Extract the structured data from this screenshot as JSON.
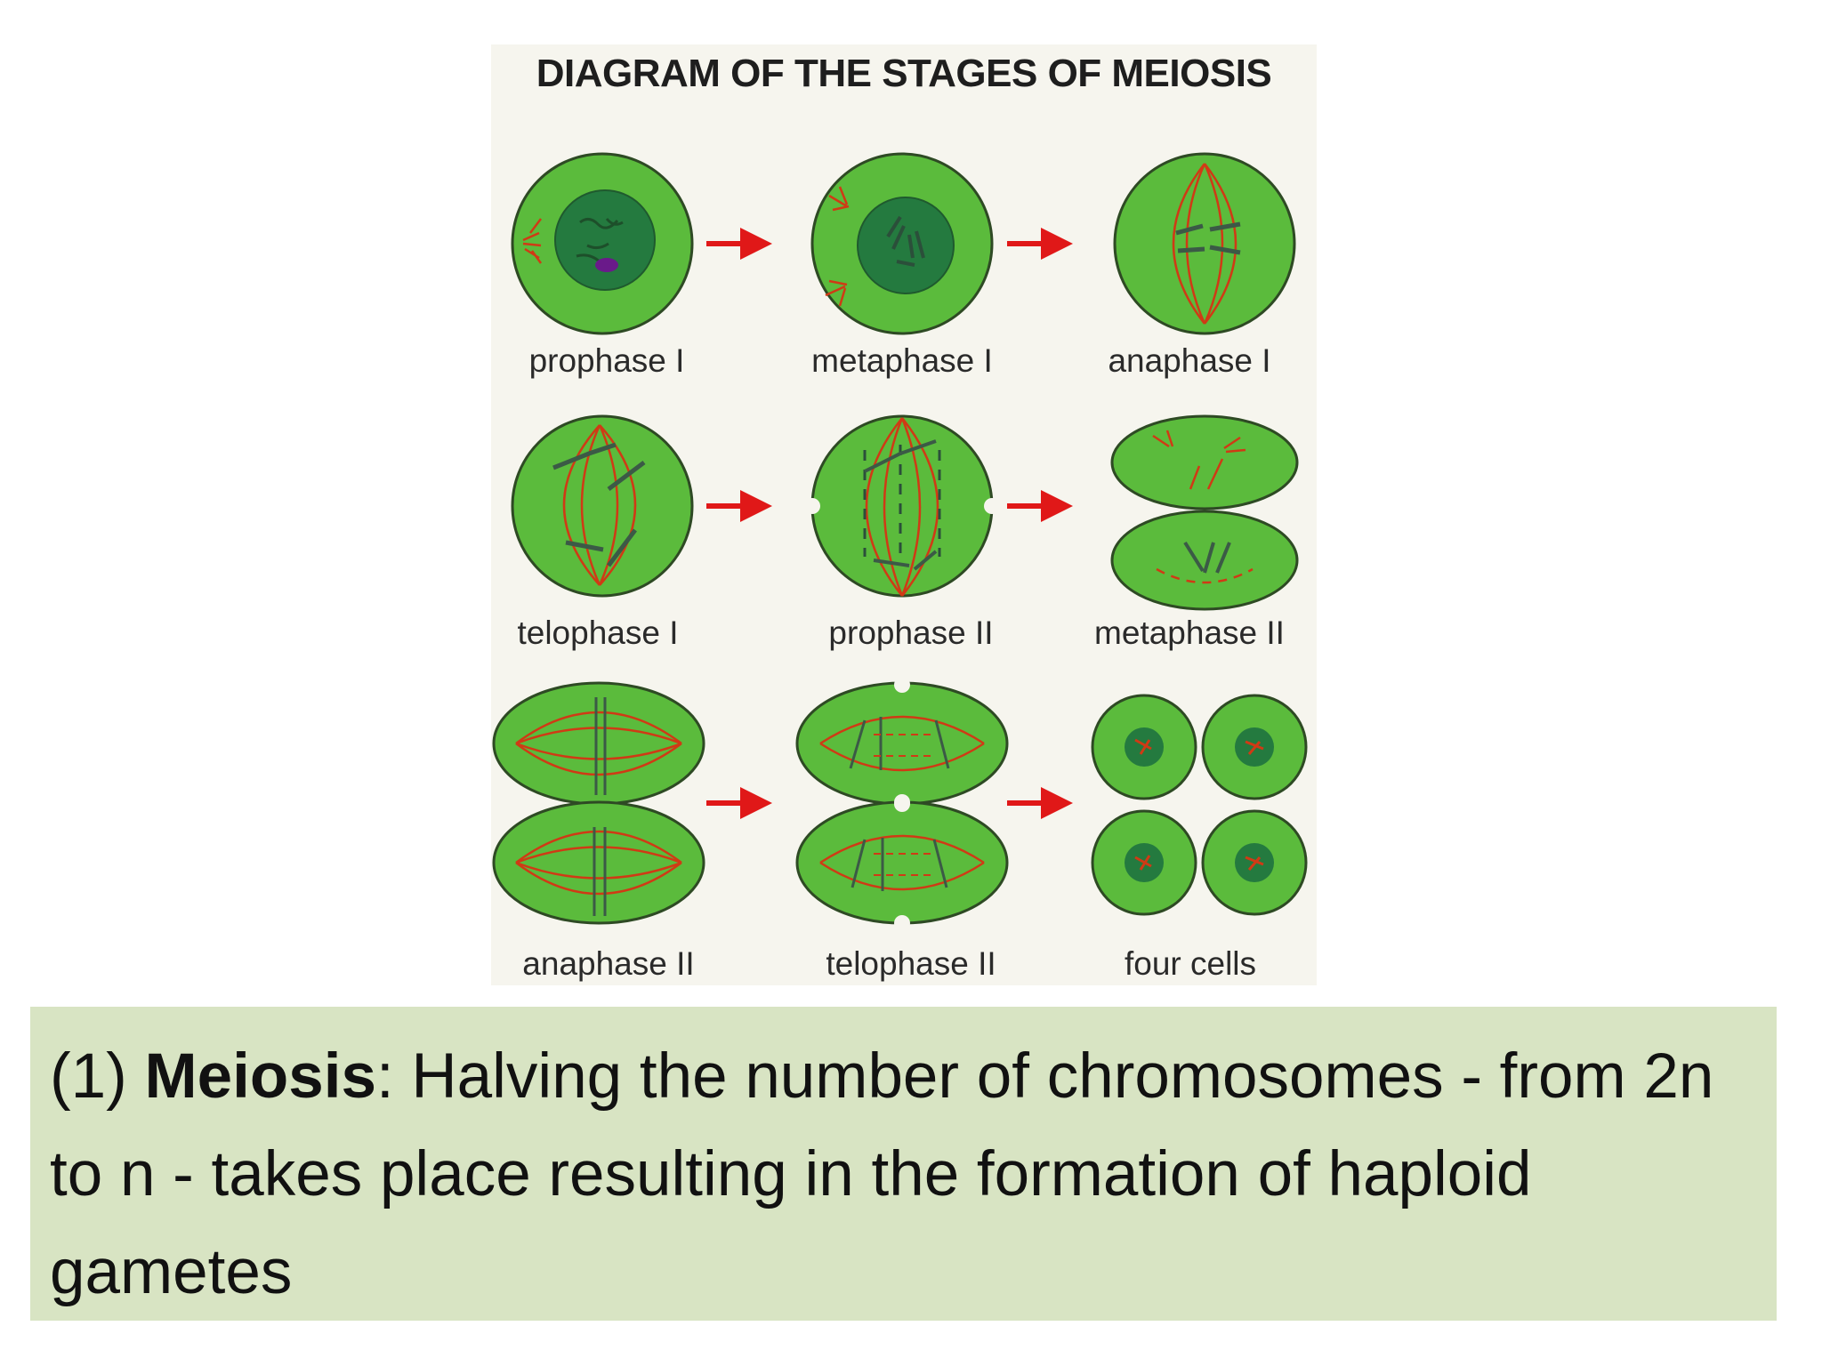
{
  "diagram": {
    "title": "DIAGRAM OF THE STAGES OF MEIOSIS",
    "stages": [
      "prophase I",
      "metaphase I",
      "anaphase I",
      "telophase I",
      "prophase II",
      "metaphase II",
      "anaphase II",
      "telophase II",
      "four cells"
    ],
    "colors": {
      "cell": "#5bbb3c",
      "nucleus": "#247a3f",
      "spindle": "#d03a15",
      "arrow": "#e01818",
      "outline": "#2e4a24"
    }
  },
  "caption": {
    "prefix": "(1) ",
    "term": "Meiosis",
    "text": ": Halving the number of chromosomes - from 2n to n - takes place resulting in the formation of haploid gametes"
  }
}
